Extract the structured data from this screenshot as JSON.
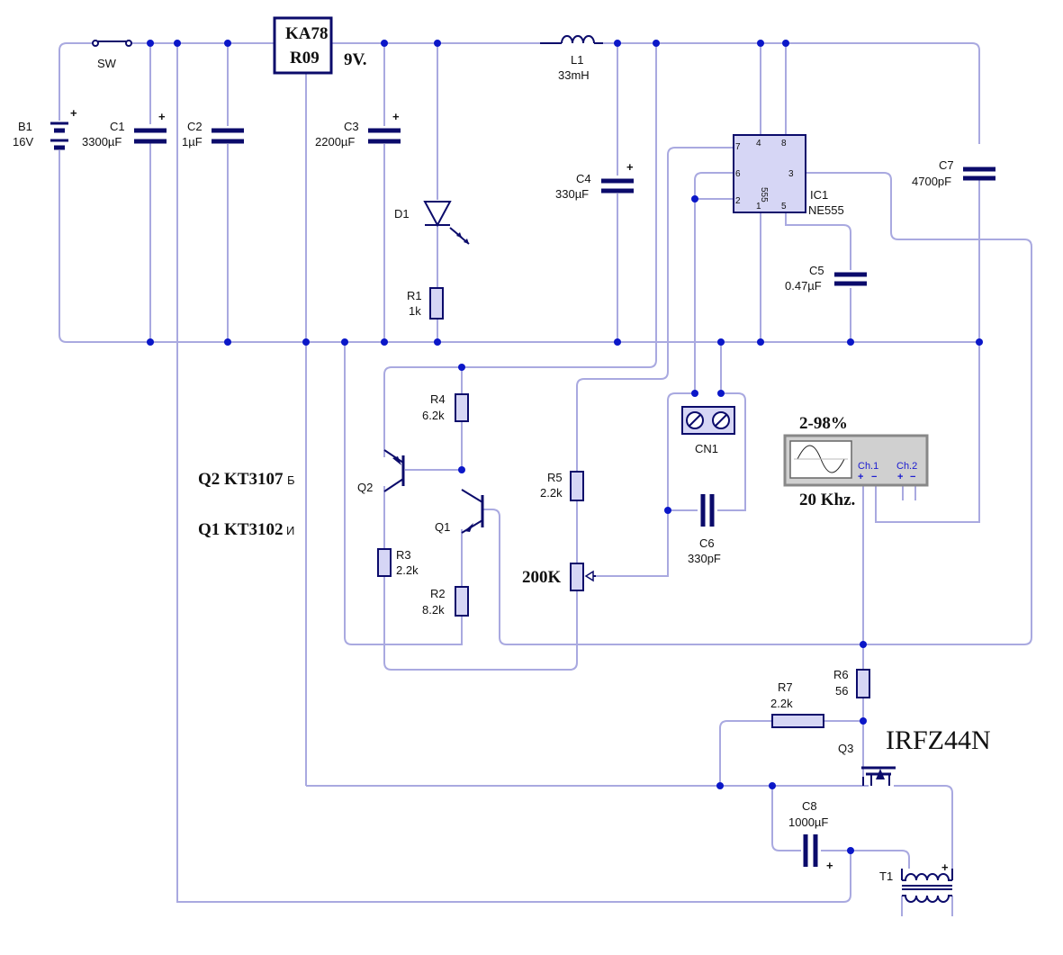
{
  "components": {
    "sw": {
      "ref": "SW"
    },
    "b1": {
      "ref": "B1",
      "value": "16V"
    },
    "c1": {
      "ref": "C1",
      "value": "3300µF"
    },
    "c2": {
      "ref": "C2",
      "value": "1µF"
    },
    "reg": {
      "line1": "KA78",
      "line2": "R09",
      "out": "9V."
    },
    "c3": {
      "ref": "C3",
      "value": "2200µF"
    },
    "d1": {
      "ref": "D1"
    },
    "r1": {
      "ref": "R1",
      "value": "1k"
    },
    "l1": {
      "ref": "L1",
      "value": "33mH"
    },
    "c4": {
      "ref": "C4",
      "value": "330µF"
    },
    "ic1": {
      "ref": "IC1",
      "value": "NE555",
      "body": "555",
      "pins": [
        "7",
        "4",
        "8",
        "6",
        "3",
        "2",
        "1",
        "5"
      ]
    },
    "c5": {
      "ref": "C5",
      "value": "0.47µF"
    },
    "c7": {
      "ref": "C7",
      "value": "4700pF"
    },
    "cn1": {
      "ref": "CN1"
    },
    "c6": {
      "ref": "C6",
      "value": "330pF"
    },
    "r4": {
      "ref": "R4",
      "value": "6.2k"
    },
    "r5": {
      "ref": "R5",
      "value": "2.2k"
    },
    "r3": {
      "ref": "R3",
      "value": "2.2k"
    },
    "r2": {
      "ref": "R2",
      "value": "8.2k"
    },
    "q1": {
      "ref": "Q1"
    },
    "q2": {
      "ref": "Q2"
    },
    "pot": {
      "value": "200K"
    },
    "r6": {
      "ref": "R6",
      "value": "56"
    },
    "r7": {
      "ref": "R7",
      "value": "2.2k"
    },
    "q3": {
      "ref": "Q3",
      "part": "IRFZ44N"
    },
    "c8": {
      "ref": "C8",
      "value": "1000µF"
    },
    "t1": {
      "ref": "T1"
    }
  },
  "notes": {
    "q2_part": "Q2 KT3107",
    "q2_suffix": "Б",
    "q1_part": "Q1 KT3102",
    "q1_suffix": "И"
  },
  "scope": {
    "duty": "2-98%",
    "freq": "20 Khz.",
    "ch1": "Ch.1",
    "ch2": "Ch.2"
  },
  "polarity": "+",
  "minus": "−"
}
